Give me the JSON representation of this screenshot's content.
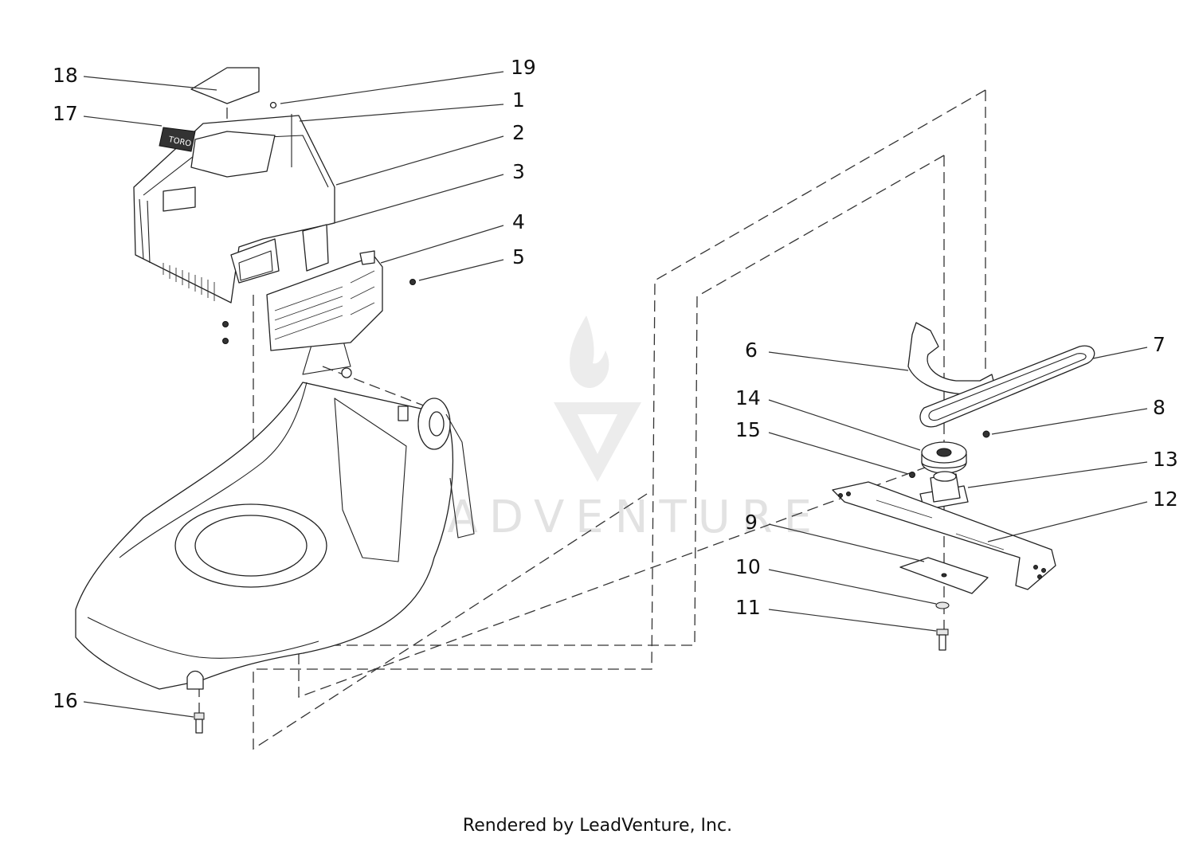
{
  "watermark": {
    "text": "LEADVENTURE"
  },
  "decal_text": "TORO",
  "footer": "Rendered by LeadVenture, Inc.",
  "callouts": {
    "p1": "1",
    "p2": "2",
    "p3": "3",
    "p4": "4",
    "p5": "5",
    "p6": "6",
    "p7": "7",
    "p8": "8",
    "p9": "9",
    "p10": "10",
    "p11": "11",
    "p12": "12",
    "p13": "13",
    "p14": "14",
    "p15": "15",
    "p16": "16",
    "p17": "17",
    "p18": "18",
    "p19": "19"
  }
}
